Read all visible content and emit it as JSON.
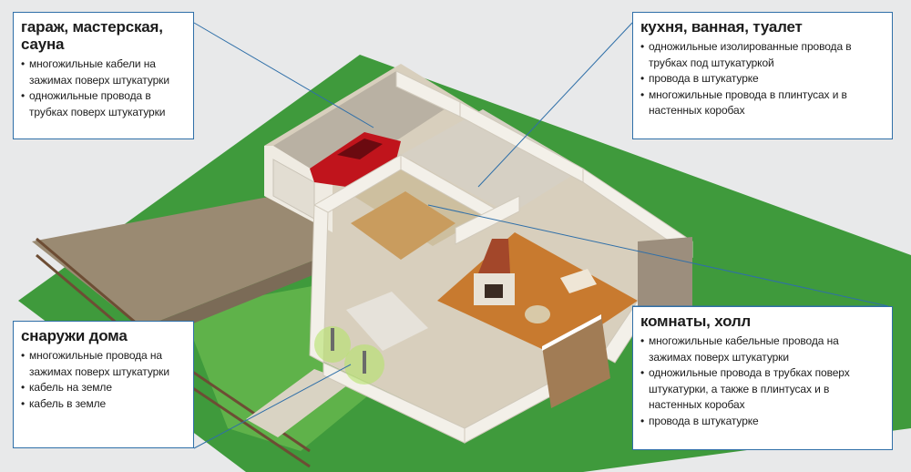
{
  "callouts": {
    "garage": {
      "title": "гараж, мастерская, сауна",
      "items": [
        "многожильные кабели на зажимах поверх штукатурки",
        "одножильные провода в трубках поверх штукатурки"
      ]
    },
    "kitchen": {
      "title": "кухня, ванная, туалет",
      "items": [
        "одножильные изолированные провода в трубках под штукатуркой",
        "провода в штукатурке",
        "многожильные провода в плинтусах и в настенных коробах"
      ]
    },
    "outside": {
      "title": "снаружи дома",
      "items": [
        "многожильные провода на зажимах поверх штукатурки",
        "кабель на земле",
        "кабель в земле"
      ]
    },
    "rooms": {
      "title": "комнаты, холл",
      "items": [
        "многожильные кабельные провода на зажимах поверх штукатурки",
        "одножильные провода в трубках поверх штукатурки, а также в плинтусах и в настенных коробах",
        "провода в штукатурке"
      ]
    }
  },
  "colors": {
    "lawn": "#3f9a3c",
    "lawn_light": "#6fbe4e",
    "wall": "#f1eee6",
    "floor": "#c87a2f",
    "car": "#c0141c",
    "roof_trim": "#d9d4c8",
    "line": "#2f6fa8",
    "paving": "#8a7a66"
  },
  "icons": [
    "car-icon",
    "fireplace-icon",
    "lamp-icon",
    "fence-icon",
    "sofa-icon",
    "table-icon"
  ]
}
